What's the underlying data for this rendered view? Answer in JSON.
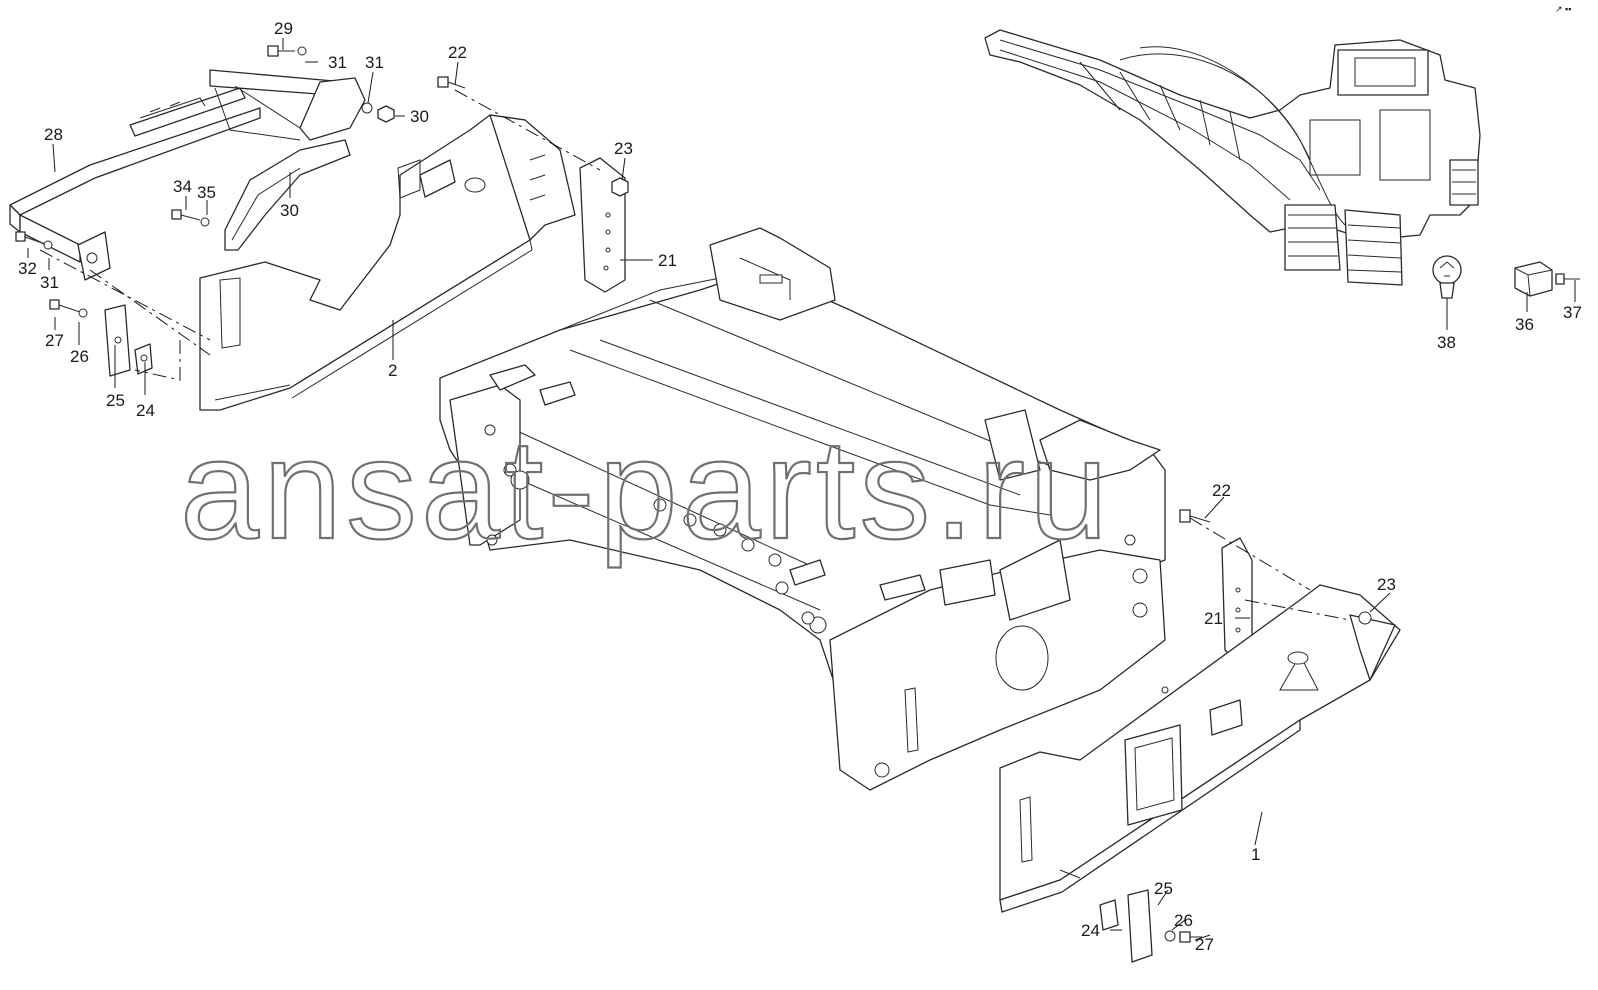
{
  "diagram": {
    "callouts": [
      "1",
      "2",
      "21",
      "22",
      "23",
      "24",
      "25",
      "26",
      "27",
      "28",
      "29",
      "30",
      "31",
      "32",
      "34",
      "35",
      "36",
      "37",
      "38"
    ],
    "labels": {
      "c29": "29",
      "c31a": "31",
      "c31b": "31",
      "c22a": "22",
      "c30a": "30",
      "c28": "28",
      "c23a": "23",
      "c34": "34",
      "c35": "35",
      "c30b": "30",
      "c21a": "21",
      "c32": "32",
      "c31c": "31",
      "c27a": "27",
      "c26a": "26",
      "c2": "2",
      "c25a": "25",
      "c24a": "24",
      "c38": "38",
      "c36": "36",
      "c37": "37",
      "c22b": "22",
      "c23b": "23",
      "c21b": "21",
      "c1": "1",
      "c25b": "25",
      "c24b": "24",
      "c26b": "26",
      "c27b": "27"
    },
    "watermark": "ansat-parts.ru",
    "corner_mark": "↗ ▪▪"
  },
  "colors": {
    "line": "#2a2a2a",
    "watermark": "#707070",
    "background": "#ffffff"
  }
}
